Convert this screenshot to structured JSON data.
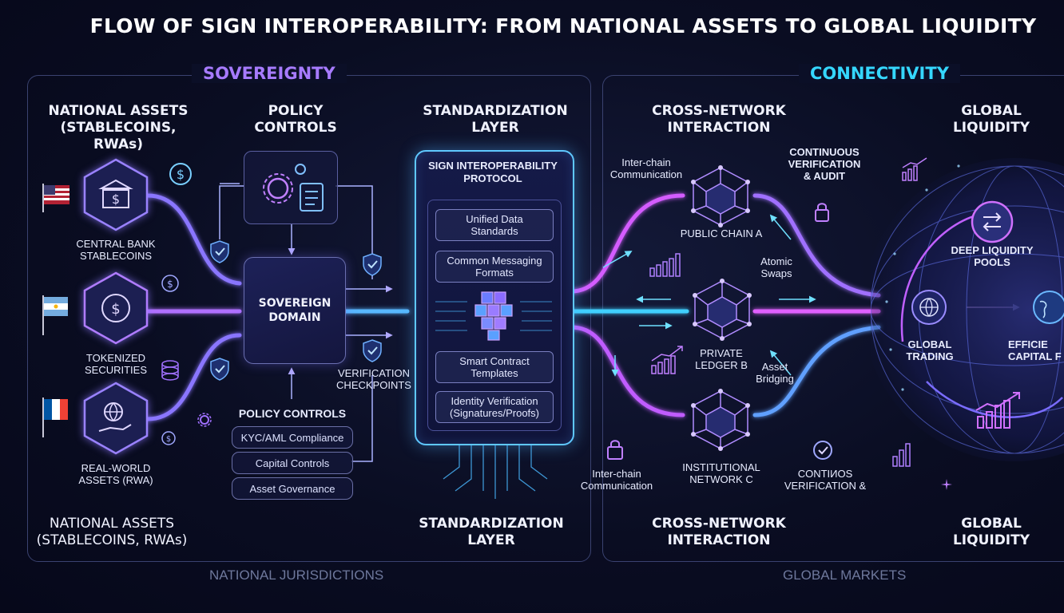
{
  "title": "FLOW OF SIGN INTEROPERABILITY: FROM NATIONAL ASSETS TO GLOBAL LIQUIDITY",
  "sovereignty": {
    "label": "SOVEREIGNTY",
    "footer": "NATIONAL JURISDICTIONS",
    "assets_heading": "NATIONAL ASSETS\n(STABLECOINS, RWAs)",
    "assets_footer": "NATIONAL ASSETS\n(STABLECOINS, RWAs)",
    "assets": [
      {
        "label": "CENTRAL BANK\nSTABLECOINS",
        "icon": "bank-icon",
        "flag": "us-flag-icon"
      },
      {
        "label": "TOKENIZED\nSECURITIES",
        "icon": "dollar-coin-icon",
        "flag": "argentina-flag-icon"
      },
      {
        "label": "REAL-WORLD\nASSETS (RWA)",
        "icon": "globe-hand-icon",
        "flag": "france-flag-icon"
      }
    ],
    "policy_heading": "POLICY\nCONTROLS",
    "domain_label": "SOVEREIGN\nDOMAIN",
    "verification_label": "VERIFICATION\nCHECKPOINTS",
    "policy_list_title": "POLICY CONTROLS",
    "policy_items": [
      "KYC/AML Compliance",
      "Capital Controls",
      "Asset Governance"
    ]
  },
  "standardization": {
    "heading": "STANDARDIZATION\nLAYER",
    "footer": "STANDARDIZATION\nLAYER",
    "protocol_title": "SIGN INTEROPERABILITY\nPROTOCOL",
    "items": [
      "Unified Data\nStandards",
      "Common Messaging\nFormats",
      "Smart Contract\nTemplates",
      "Identity Verification\n(Signatures/Proofs)"
    ]
  },
  "connectivity": {
    "label": "CONNECTIVITY",
    "footer": "GLOBAL MARKETS",
    "cross_heading": "CROSS-NETWORK\nINTERACTION",
    "cross_footer": "CROSS-NETWORK\nINTERACTION",
    "networks": [
      "PUBLIC CHAIN A",
      "PRIVATE\nLEDGER B",
      "INSTITUTIONAL\nNETWORK C"
    ],
    "inter_chain_top": "Inter-chain\nCommunication",
    "inter_chain_bottom": "Inter-chain\nCommunication",
    "continuous_top": "CONTINUOUS\nVERIFICATION\n& AUDIT",
    "continuous_bottom": "CONTIИOS\nVERIFICATION &",
    "atomic_swaps": "Atomic\nSwaps",
    "asset_bridging": "Asset\nBridging"
  },
  "global": {
    "heading": "GLOBAL\nLIQUIDITY",
    "footer": "GLOBAL\nLIQUIDITY",
    "deep_pools": "DEEP LIQUIDITY\nPOOLS",
    "global_trading": "GLOBAL\nTRADING",
    "efficient_capital": "EFFICIE\nCAPITAL F"
  },
  "colors": {
    "sovereignty_accent": "#a77bff",
    "connectivity_accent": "#35d7ff",
    "flow_pink": "#d45cff",
    "flow_cyan": "#3fd0ff"
  }
}
